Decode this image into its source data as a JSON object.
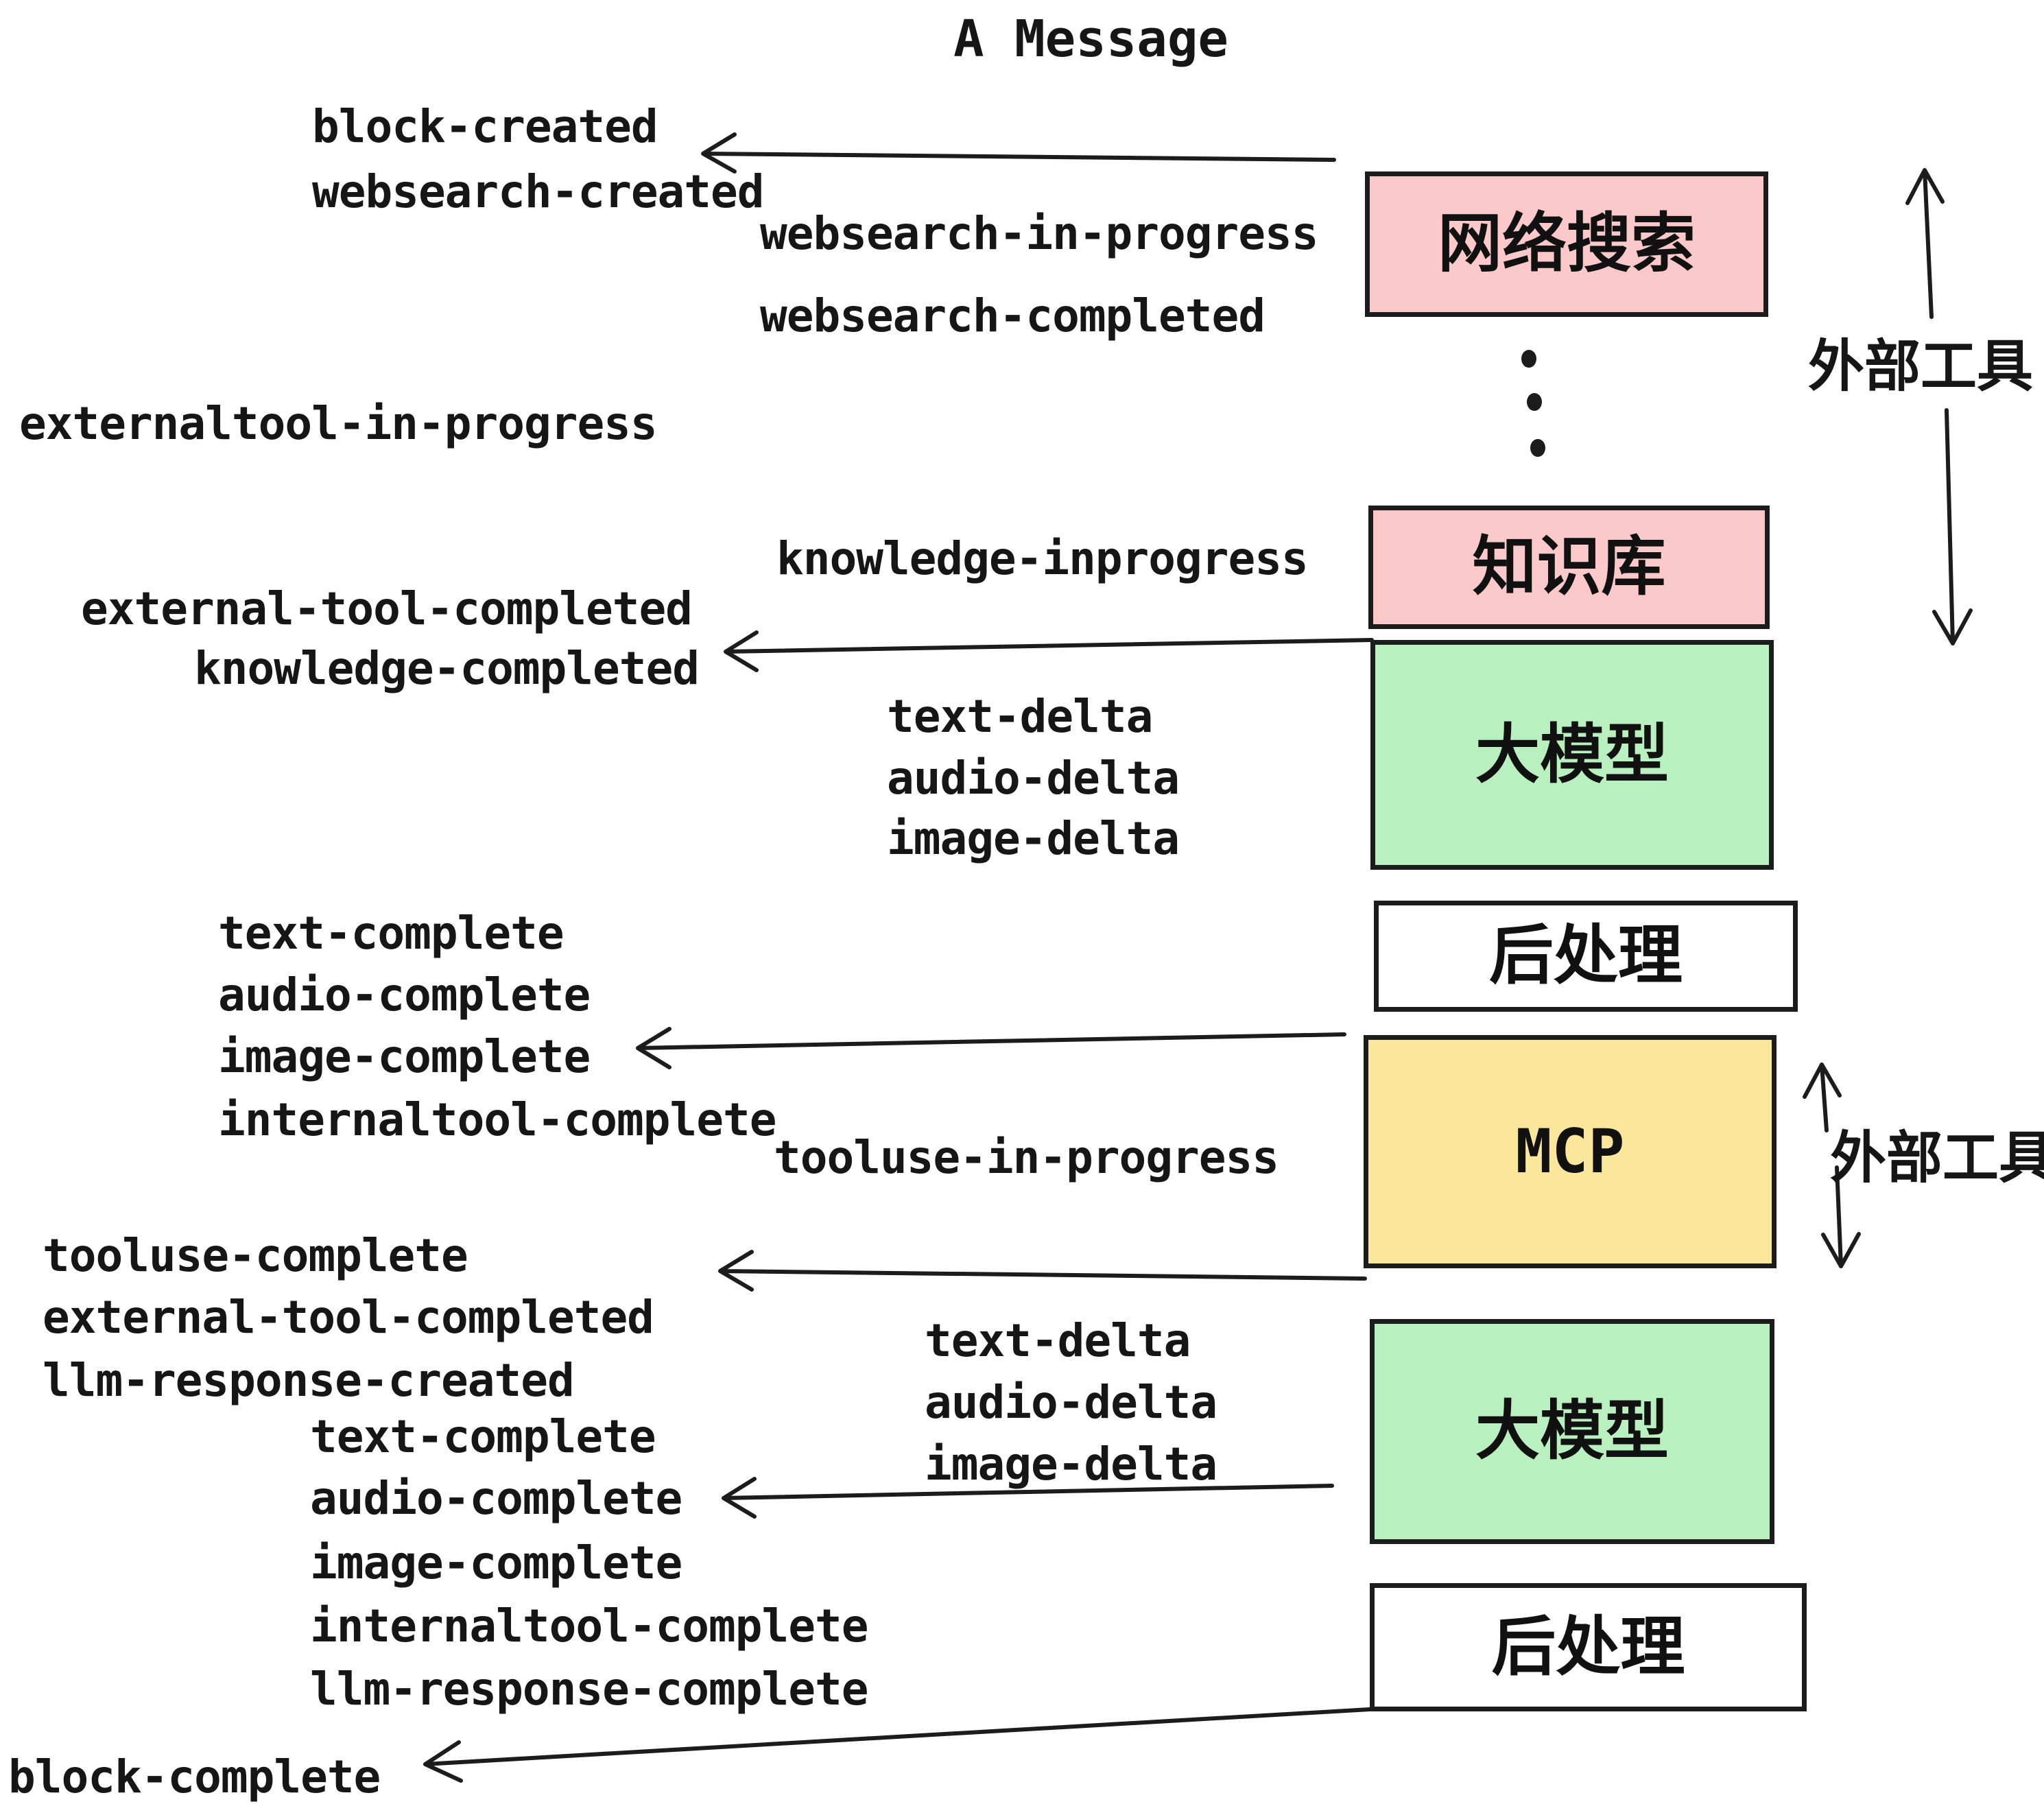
{
  "title": "A Message",
  "boxes": {
    "websearch": {
      "label": "网络搜索",
      "fill": "#fbc9c9"
    },
    "knowledge": {
      "label": "知识库",
      "fill": "#fbc9c9"
    },
    "llm": {
      "label": "大模型",
      "fill": "#b9f0bf"
    },
    "postprocess": {
      "label": "后处理",
      "fill": "#ffffff"
    },
    "mcp": {
      "label": "MCP",
      "fill": "#fbe79b"
    }
  },
  "side_labels": {
    "external_tools": "外部工具"
  },
  "events": {
    "block_created": "block-created",
    "websearch_created": "websearch-created",
    "websearch_in_progress": "websearch-in-progress",
    "websearch_completed": "websearch-completed",
    "externaltool_in_progress": "externaltool-in-progress",
    "knowledge_inprogress": "knowledge-inprogress",
    "external_tool_completed": "external-tool-completed",
    "knowledge_completed": "knowledge-completed",
    "text_delta": "text-delta",
    "audio_delta": "audio-delta",
    "image_delta": "image-delta",
    "text_complete": "text-complete",
    "audio_complete": "audio-complete",
    "image_complete": "image-complete",
    "internaltool_complete": "internaltool-complete",
    "tooluse_in_progress": "tooluse-in-progress",
    "tooluse_complete": "tooluse-complete",
    "llm_response_created": "llm-response-created",
    "llm_response_complete": "llm-response-complete",
    "block_complete": "block-complete"
  },
  "colors": {
    "border": "#1c1c1c",
    "text": "#161616",
    "pink": "#fbc9c9",
    "green": "#b9f0bf",
    "yellow": "#fbe79b",
    "white": "#ffffff"
  }
}
